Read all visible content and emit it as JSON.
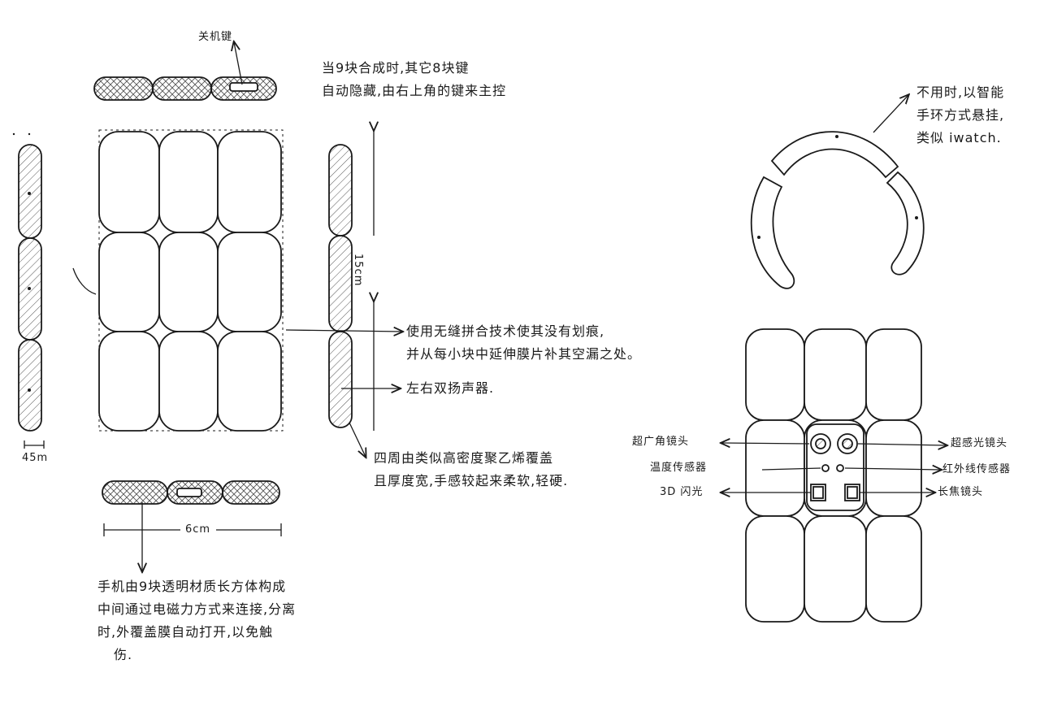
{
  "labels": {
    "power_key": "关机键",
    "top_note_line1": "当9块合成时,其它8块键",
    "top_note_line2": "自动隐藏,由右上角的键来主控",
    "size_15cm": "15cm",
    "size_45m": "45m",
    "size_6cm": "6cm",
    "seam_note_line1": "使用无缝拼合技术使其没有划痕,",
    "seam_note_line2": "并从每小块中延伸膜片补其空漏之处。",
    "speaker_note": "左右双扬声器.",
    "cover_note_line1": "四周由类似高密度聚乙烯覆盖",
    "cover_note_line2": "且厚度宽,手感较起来柔软,轻硬.",
    "bottom_note_line1": "手机由9块透明材质长方体构成",
    "bottom_note_line2": "中间通过电磁力方式来连接,分离",
    "bottom_note_line3": "时,外覆盖膜自动打开,以免触",
    "bottom_note_line4": "伤.",
    "bracelet_note_line1": "不用时,以智能",
    "bracelet_note_line2": "手环方式悬挂,",
    "bracelet_note_line3": "类似 iwatch.",
    "cam_wide": "超广角镜头",
    "cam_ultra": "超感光镜头",
    "temp_sensor": "温度传感器",
    "ir_sensor": "红外线传感器",
    "light_3d": "3D 闪光",
    "tele_cam": "长焦镜头"
  }
}
